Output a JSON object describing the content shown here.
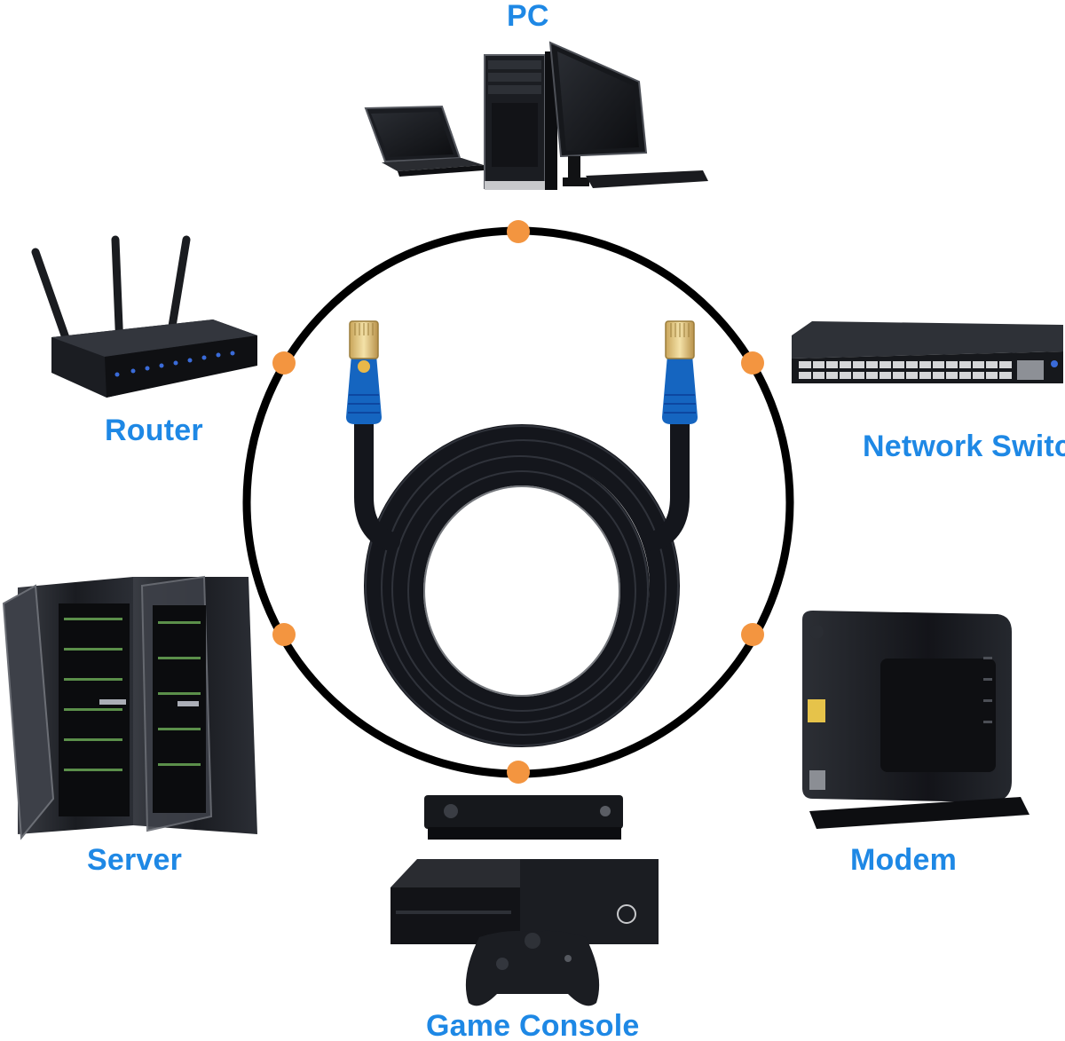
{
  "devices": {
    "pc": {
      "label": "PC",
      "icon": "pc-workstation-icon"
    },
    "router": {
      "label": "Router",
      "icon": "wifi-router-icon"
    },
    "switch": {
      "label": "Network Switch",
      "icon": "network-switch-icon"
    },
    "server": {
      "label": "Server",
      "icon": "server-rack-icon"
    },
    "modem": {
      "label": "Modem",
      "icon": "modem-icon"
    },
    "console": {
      "label": "Game Console",
      "icon": "game-console-icon"
    }
  },
  "center": {
    "icon": "ethernet-cable-icon"
  },
  "colors": {
    "label": "#1e88e5",
    "ring": "#000000",
    "connector_dot": "#f39540",
    "cable": "#14161c",
    "plug_boot": "#1565c0",
    "device_body": "#15171c"
  }
}
